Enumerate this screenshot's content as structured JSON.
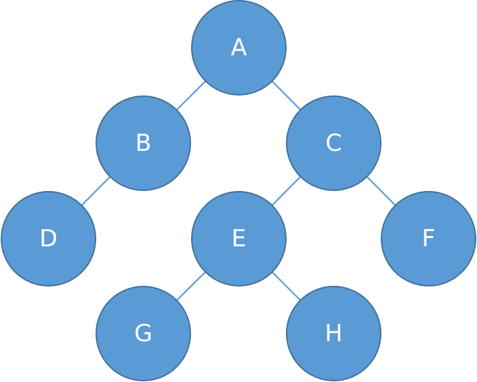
{
  "tree": {
    "nodes": [
      {
        "id": "A",
        "label": "A"
      },
      {
        "id": "B",
        "label": "B"
      },
      {
        "id": "C",
        "label": "C"
      },
      {
        "id": "D",
        "label": "D"
      },
      {
        "id": "E",
        "label": "E"
      },
      {
        "id": "F",
        "label": "F"
      },
      {
        "id": "G",
        "label": "G"
      },
      {
        "id": "H",
        "label": "H"
      }
    ],
    "edges": [
      {
        "from": "A",
        "to": "B"
      },
      {
        "from": "A",
        "to": "C"
      },
      {
        "from": "B",
        "to": "D"
      },
      {
        "from": "C",
        "to": "E"
      },
      {
        "from": "C",
        "to": "F"
      },
      {
        "from": "E",
        "to": "G"
      },
      {
        "from": "E",
        "to": "H"
      }
    ],
    "colors": {
      "node_fill": "#5B9BD5",
      "node_stroke": "#41719C",
      "edge": "#5B9BD5",
      "label": "#FFFFFF"
    }
  }
}
